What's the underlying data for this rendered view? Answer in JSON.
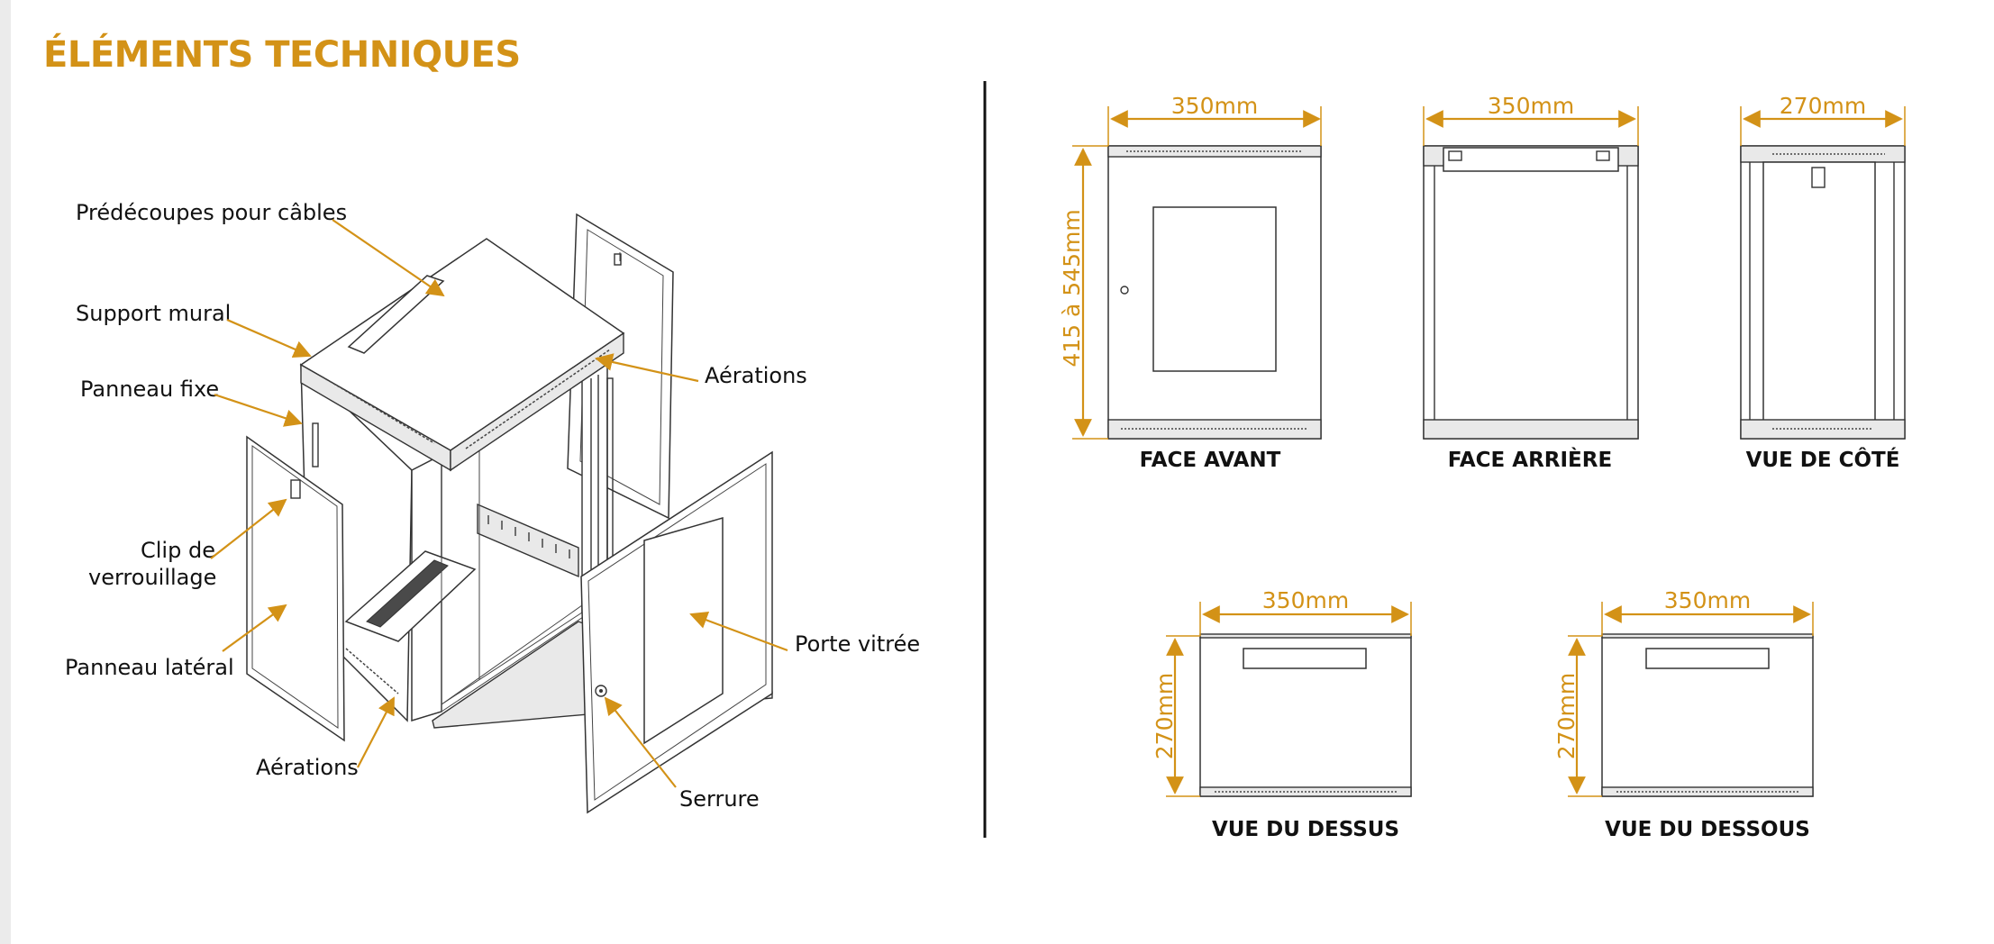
{
  "title": "ÉLÉMENTS TECHNIQUES",
  "colors": {
    "accent": "#d39217",
    "line": "#333333",
    "text": "#111111",
    "divider": "#111111"
  },
  "callouts": {
    "predecoupes": "Prédécoupes pour câbles",
    "support_mural": "Support mural",
    "panneau_fixe": "Panneau fixe",
    "clip_line1": "Clip de",
    "clip_line2": "verrouillage",
    "panneau_lateral": "Panneau latéral",
    "aerations_bottom": "Aérations",
    "aerations_top": "Aérations",
    "porte_vitree": "Porte vitrée",
    "serrure": "Serrure"
  },
  "views": {
    "face_avant": {
      "label": "FACE AVANT",
      "width_dim": "350mm",
      "height_dim": "415 à 545mm"
    },
    "face_arriere": {
      "label": "FACE ARRIÈRE",
      "width_dim": "350mm"
    },
    "vue_de_cote": {
      "label": "VUE DE CÔTÉ",
      "width_dim": "270mm"
    },
    "vue_du_dessus": {
      "label": "VUE DU DESSUS",
      "width_dim": "350mm",
      "depth_dim": "270mm"
    },
    "vue_du_dessous": {
      "label": "VUE DU DESSOUS",
      "width_dim": "350mm",
      "depth_dim": "270mm"
    }
  }
}
